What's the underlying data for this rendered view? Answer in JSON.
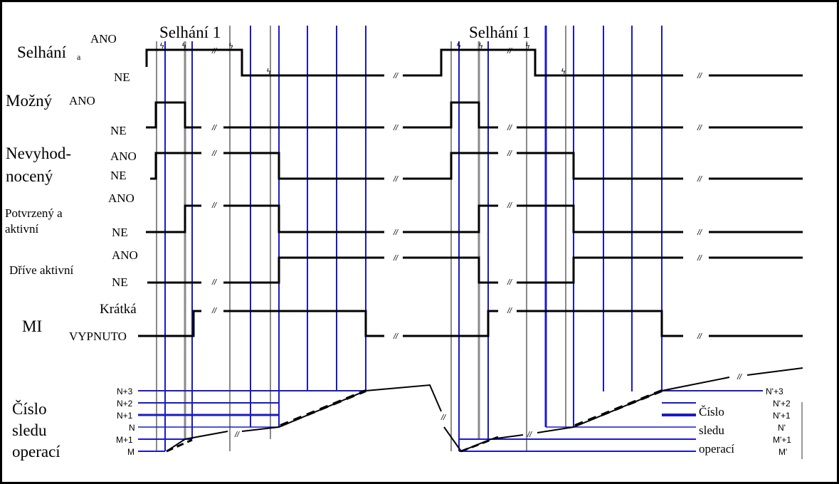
{
  "headers": {
    "failure_1_a": "Selhání 1",
    "failure_1_b": "Selhání 1"
  },
  "rows": {
    "failure": {
      "label": "Selhání",
      "sub": "a",
      "yes": "ANO",
      "no": "NE"
    },
    "possible": {
      "label": "Možný",
      "yes": "ANO",
      "no": "NE"
    },
    "unevaluated": {
      "label_line1": "Nevyhod-",
      "label_line2": "nocený",
      "yes": "ANO",
      "no": "NE"
    },
    "confirmed": {
      "label_line1": "Potvrzený a",
      "label_line2": "aktivní",
      "yes": "ANO",
      "no": "NE"
    },
    "prev_active": {
      "label": "Dříve aktivní",
      "yes": "ANO",
      "no": "NE"
    },
    "mi": {
      "label": "MI",
      "on": "Krátká",
      "off": "VYPNUTO"
    }
  },
  "sequence": {
    "label_line1": "Číslo",
    "label_line2": "sledu",
    "label_line3": "operací",
    "left_ticks": [
      "N+3",
      "N+2",
      "N+1",
      "N",
      "M+1",
      "M"
    ],
    "right_ticks": [
      "N'+3",
      "N'+2",
      "N'+1",
      "N'",
      "M'+1",
      "M'"
    ]
  },
  "marks": {
    "break": "//",
    "lightning": "ϟ"
  },
  "colors": {
    "signal": "#000000",
    "event_line": "#1a1ac8",
    "gray_line": "#8a8a8a",
    "frame": "#000000"
  }
}
